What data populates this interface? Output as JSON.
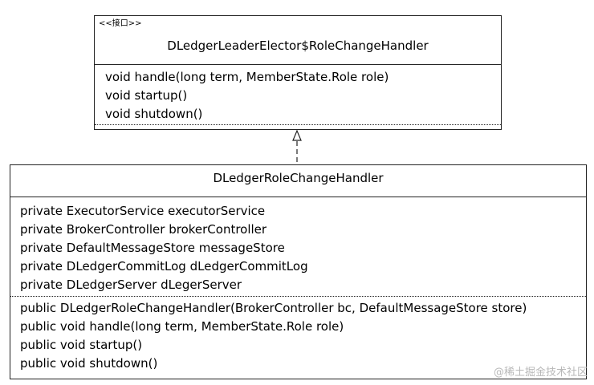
{
  "interface": {
    "stereotype": "<<接口>>",
    "name": "DLedgerLeaderElector$RoleChangeHandler",
    "methods": [
      "void handle(long term, MemberState.Role role)",
      "void startup()",
      "void shutdown()"
    ]
  },
  "class": {
    "name": "DLedgerRoleChangeHandler",
    "fields": [
      "private ExecutorService executorService",
      "private BrokerController brokerController",
      "private DefaultMessageStore messageStore",
      "private DLedgerCommitLog dLedgerCommitLog",
      "private DLedgerServer dLegerServer"
    ],
    "methods": [
      "public DLedgerRoleChangeHandler(BrokerController bc, DefaultMessageStore store)",
      "public void handle(long term, MemberState.Role role)",
      "public void startup()",
      "public void shutdown()"
    ]
  },
  "watermark": "@稀土掘金技术社区"
}
